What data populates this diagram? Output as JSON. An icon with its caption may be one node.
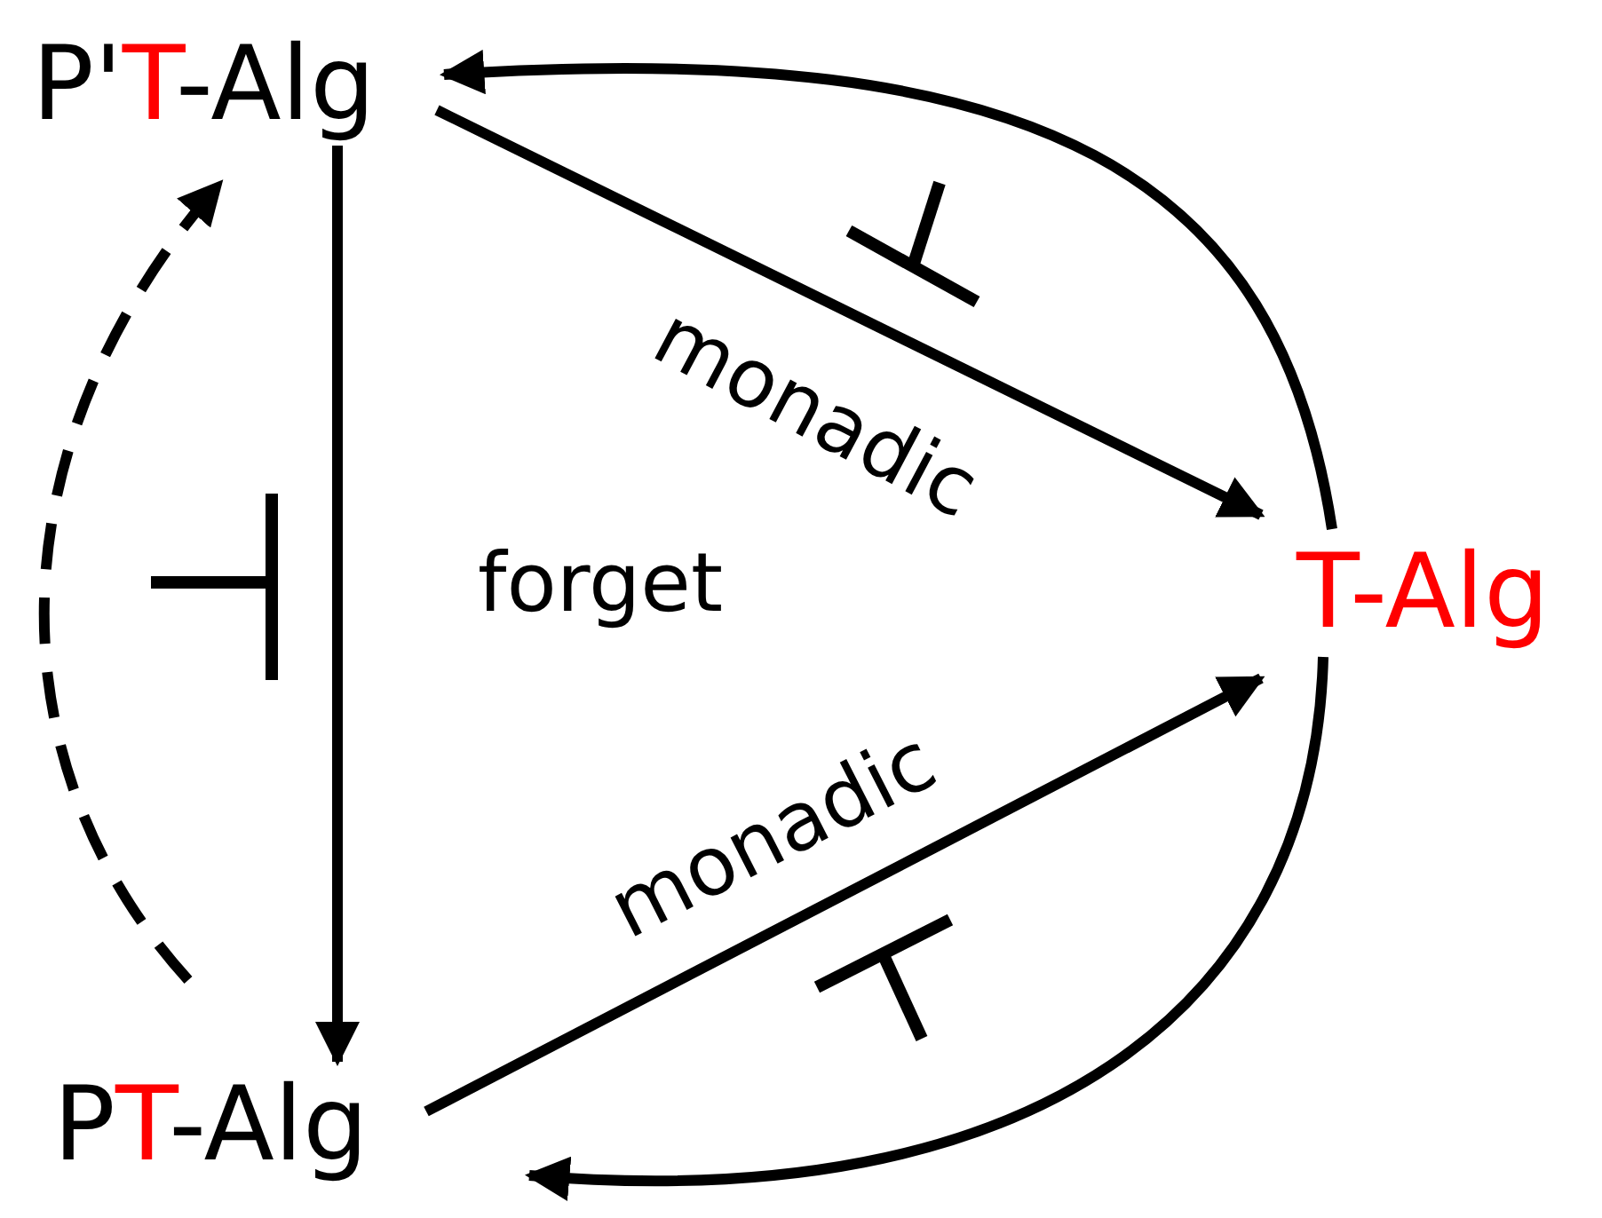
{
  "diagram": {
    "nodes": [
      {
        "text": [
          "P'T-Alg"
        ]
      },
      {
        "text": [
          "PT-Alg"
        ]
      },
      {
        "text": [
          "T-Alg"
        ]
      }
    ],
    "edges": [
      {
        "from": 0,
        "to": 2,
        "arrow": "to",
        "label": "monadic"
      },
      {
        "from": 1,
        "to": 2,
        "arrow": "to",
        "label": "monadic"
      },
      {
        "from": 0,
        "to": 1,
        "arrow": "to",
        "label": "forget"
      },
      {
        "from": 2,
        "to": 0,
        "arrow": "to"
      },
      {
        "from": 2,
        "to": 1,
        "arrow": "to"
      },
      {
        "from": 1,
        "to": 0,
        "arrow": "to",
        "style": "dashed"
      }
    ]
  }
}
